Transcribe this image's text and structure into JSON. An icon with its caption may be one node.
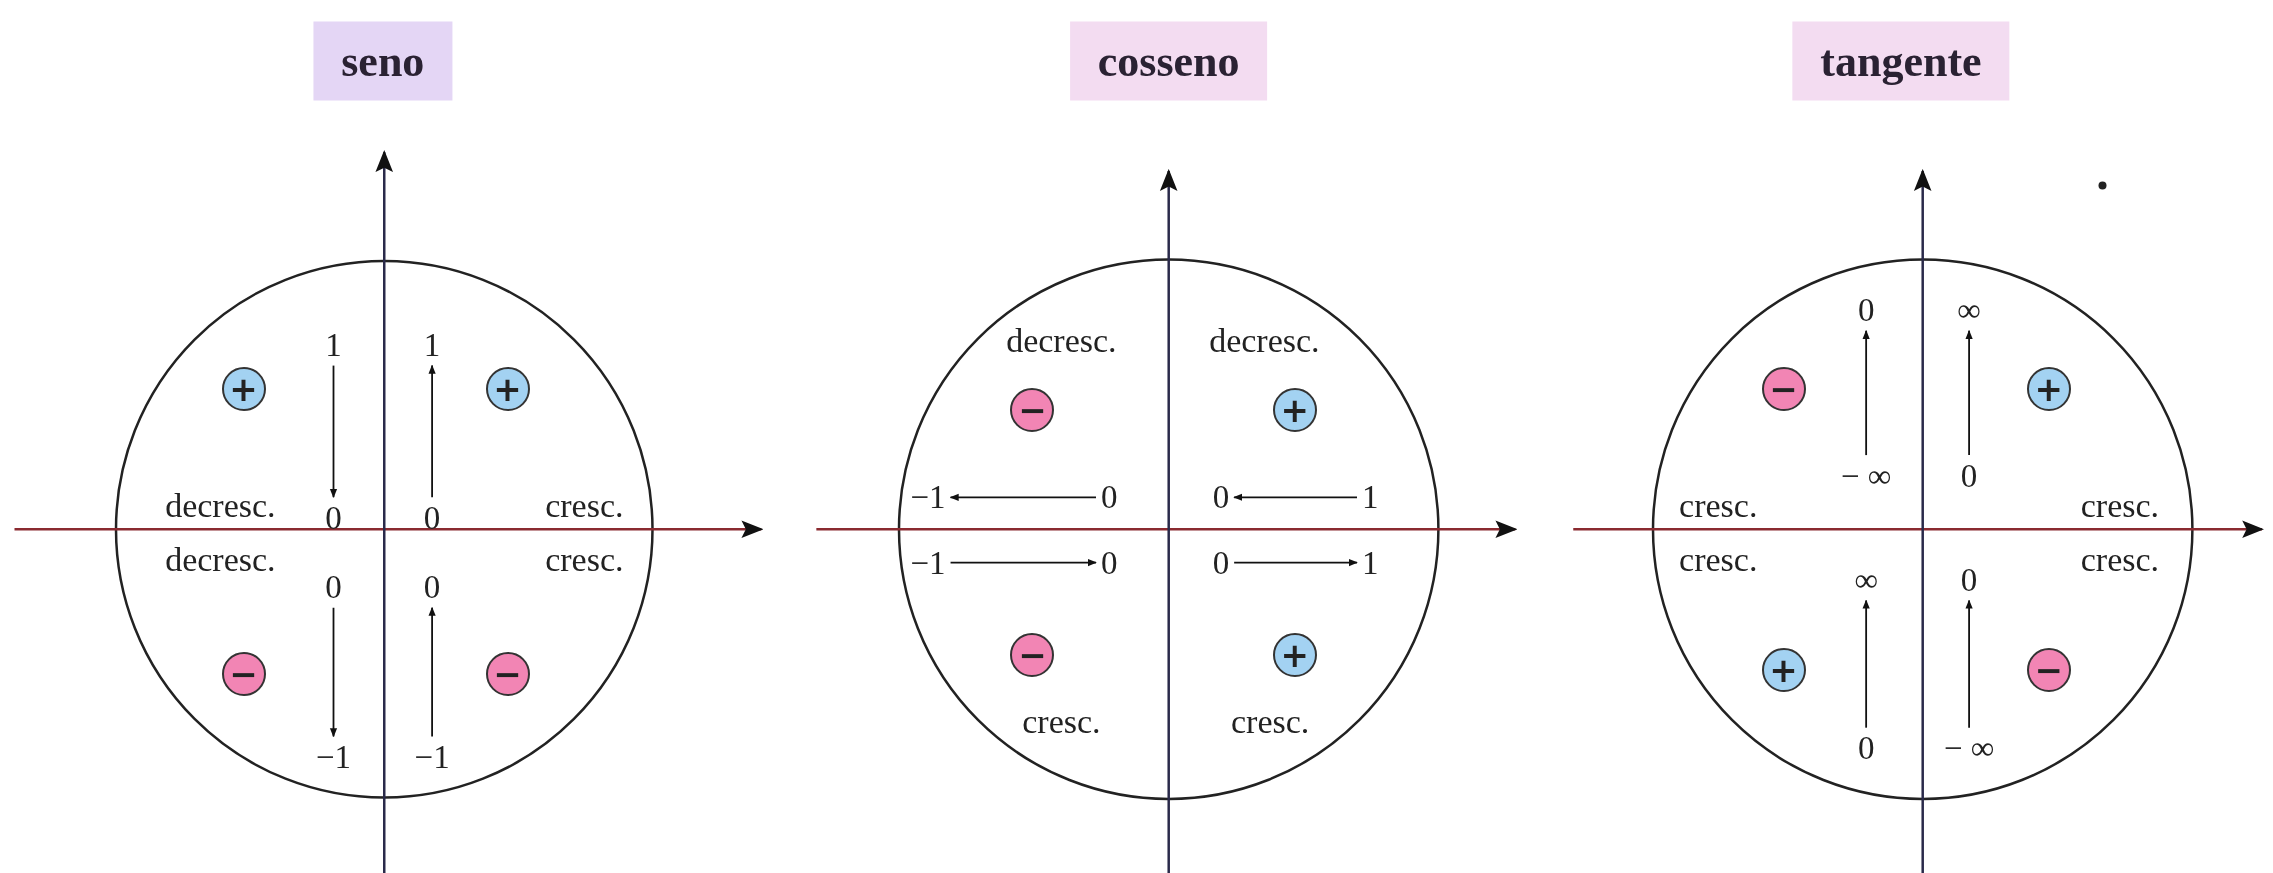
{
  "diagram": {
    "nodes": [
      {
        "text": [
          "seno"
        ]
      },
      {
        "text": [
          "1"
        ]
      },
      {
        "text": [
          "1"
        ]
      },
      {
        "text": [
          "+"
        ]
      },
      {
        "text": [
          "+"
        ]
      },
      {
        "text": [
          "0"
        ]
      },
      {
        "text": [
          "0"
        ]
      },
      {
        "text": [
          "0"
        ]
      },
      {
        "text": [
          "0"
        ]
      },
      {
        "text": [
          "−"
        ]
      },
      {
        "text": [
          "−"
        ]
      },
      {
        "text": [
          "−1"
        ]
      },
      {
        "text": [
          "−1"
        ]
      },
      {
        "text": [
          "cosseno"
        ]
      },
      {
        "text": [
          "−"
        ]
      },
      {
        "text": [
          "+"
        ]
      },
      {
        "text": [
          "−1"
        ]
      },
      {
        "text": [
          "0"
        ]
      },
      {
        "text": [
          "0"
        ]
      },
      {
        "text": [
          "1"
        ]
      },
      {
        "text": [
          "−1"
        ]
      },
      {
        "text": [
          "0"
        ]
      },
      {
        "text": [
          "0"
        ]
      },
      {
        "text": [
          "1"
        ]
      },
      {
        "text": [
          "−"
        ]
      },
      {
        "text": [
          "+"
        ]
      },
      {
        "text": [
          "tangente"
        ]
      },
      {
        "text": [
          "0"
        ]
      },
      {
        "text": [
          "∞"
        ]
      },
      {
        "text": [
          "−"
        ]
      },
      {
        "text": [
          "+"
        ]
      },
      {
        "text": [
          "− ∞"
        ]
      },
      {
        "text": [
          "0"
        ]
      },
      {
        "text": [
          "∞"
        ]
      },
      {
        "text": [
          "0"
        ]
      },
      {
        "text": [
          "+"
        ]
      },
      {
        "text": [
          "−"
        ]
      },
      {
        "text": [
          "0"
        ]
      },
      {
        "text": [
          "− ∞"
        ]
      }
    ],
    "edges": [
      {
        "from": 1,
        "to": 5,
        "arrow": "to"
      },
      {
        "from": 6,
        "to": 2,
        "arrow": "to"
      },
      {
        "from": 7,
        "to": 11,
        "arrow": "to"
      },
      {
        "from": 12,
        "to": 8,
        "arrow": "to"
      },
      {
        "from": 17,
        "to": 16,
        "arrow": "to"
      },
      {
        "from": 19,
        "to": 18,
        "arrow": "to"
      },
      {
        "from": 20,
        "to": 21,
        "arrow": "to"
      },
      {
        "from": 22,
        "to": 23,
        "arrow": "to"
      },
      {
        "from": 31,
        "to": 27,
        "arrow": "to"
      },
      {
        "from": 32,
        "to": 28,
        "arrow": "to"
      },
      {
        "from": 37,
        "to": 33,
        "arrow": "to"
      },
      {
        "from": 38,
        "to": 34,
        "arrow": "to"
      }
    ],
    "labels": [
      "decresc.",
      "cresc.",
      "decresc.",
      "cresc.",
      "decresc.",
      "decresc.",
      "cresc.",
      "cresc.",
      "cresc.",
      "cresc.",
      "cresc.",
      "cresc."
    ]
  }
}
